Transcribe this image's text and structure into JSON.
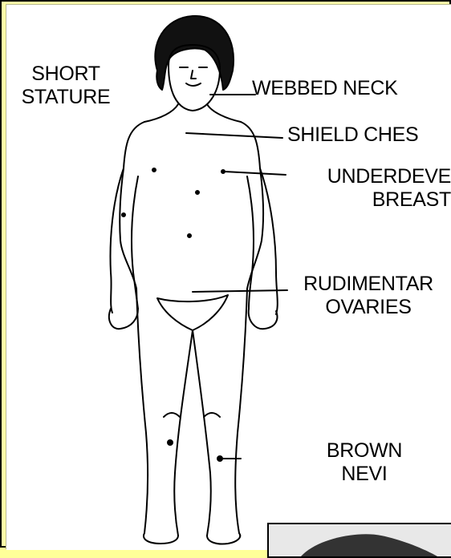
{
  "labels": {
    "short_stature": "SHORT\nSTATURE",
    "webbed_neck": "WEBBED NECK",
    "shield_chest": "SHIELD CHES",
    "underdeveloped_breasts": "UNDERDEVE\nBREAST",
    "rudimentary_ovaries": "RUDIMENTAR\nOVARIES",
    "brown_nevi": "BROWN\nNEVI"
  },
  "colors": {
    "background": "#FFFF99",
    "panel": "#FFFFFF",
    "ink": "#000000"
  }
}
